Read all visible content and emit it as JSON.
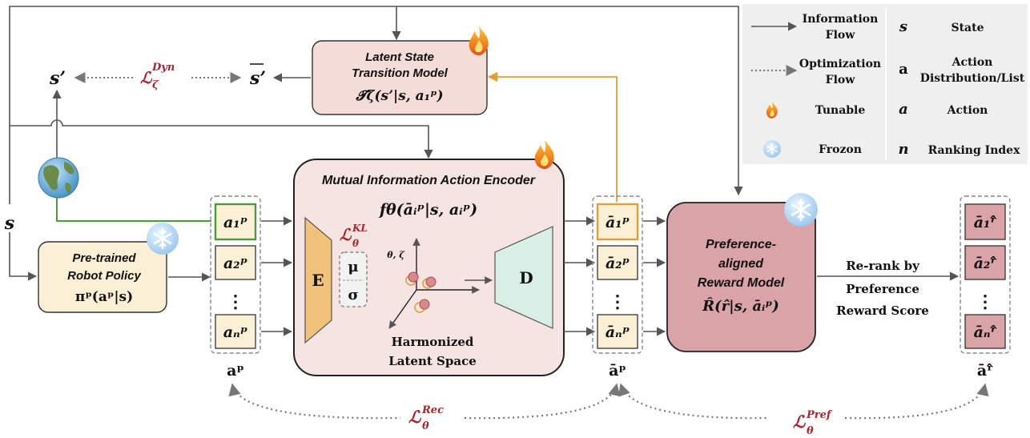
{
  "legend": {
    "information_flow": "Information Flow",
    "information_flow_l1": "Information",
    "information_flow_l2": "Flow",
    "optimization_flow_l1": "Optimization",
    "optimization_flow_l2": "Flow",
    "tunable": "Tunable",
    "frozen": "Frozon",
    "sym_state": "s",
    "state": "State",
    "sym_action_dist": "a",
    "action_dist_l1": "Action",
    "action_dist_l2": "Distribution/List",
    "sym_action": "a",
    "action": "Action",
    "sym_rank": "n",
    "ranking_index": "Ranking Index"
  },
  "nodes": {
    "state": "s",
    "next_state": "s’",
    "pred_next_state": "s’",
    "dyn_loss": "ℒ",
    "dyn_loss_sub": "ζ",
    "dyn_loss_sup": "Dyn",
    "transition_model": {
      "title_l1": "Latent State",
      "title_l2": "Transition Model",
      "formula": "𝓣ζ(s’|s, a₁ᵖ)"
    },
    "encoder": {
      "title": "Mutual Information Action Encoder",
      "formula": "fθ(āᵢᵖ|s, aᵢᵖ)",
      "e_label": "E",
      "d_label": "D",
      "mu": "μ",
      "sigma": "σ",
      "kl": "ℒ",
      "kl_sub": "θ",
      "kl_sup": "KL",
      "axis_label": "θ, ζ",
      "latent_l1": "Harmonized",
      "latent_l2": "Latent Space"
    },
    "policy": {
      "title_l1": "Pre-trained",
      "title_l2": "Robot Policy",
      "formula": "πᵖ(aᵖ|s)"
    },
    "reward": {
      "title_l1": "Preference-",
      "title_l2": "aligned",
      "title_l3": "Reward Model",
      "formula": "R̂(r̂|s, āᵢᵖ)"
    },
    "rerank_l1": "Re-rank by",
    "rerank_l2": "Preference",
    "rerank_l3": "Reward Score",
    "col1_label": "aᵖ",
    "col2_label": "āᵖ",
    "col3_label": "āʳ̂",
    "col1_items": [
      "a₁ᵖ",
      "a₂ᵖ",
      "aₙᵖ"
    ],
    "col2_items": [
      "ā₁ᵖ",
      "ā₂ᵖ",
      "āₙᵖ"
    ],
    "col3_items": [
      "ā₁ʳ̂",
      "ā₂ʳ̂",
      "āₙʳ̂"
    ],
    "ellipsis": "⋮",
    "rec_loss": "ℒ",
    "rec_loss_sub": "θ",
    "rec_loss_sup": "Rec",
    "pref_loss": "ℒ",
    "pref_loss_sub": "θ",
    "pref_loss_sup": "Pref"
  },
  "colors": {
    "transition_fill": "#f4dcd8",
    "encoder_fill": "#f6e4e2",
    "policy_fill": "#fbefd6",
    "reward_fill": "#d9a3a8",
    "encoder_e": "#f0c27a",
    "decoder_d": "#d9eee6",
    "green_flow": "#4c9a3c",
    "orange_flow": "#e0a033",
    "loss_red": "#a4282f"
  }
}
